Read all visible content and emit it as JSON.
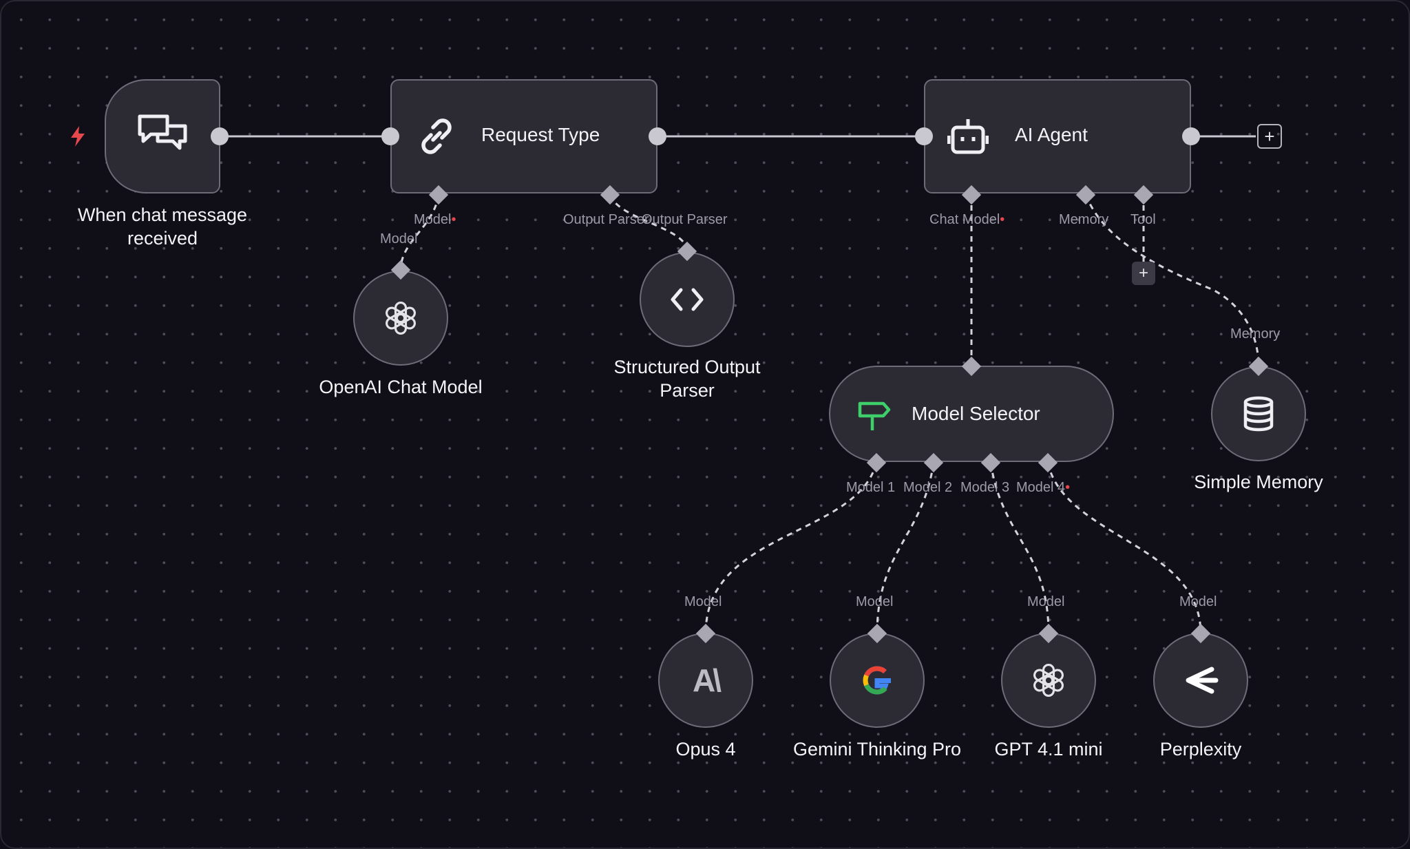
{
  "nodes": {
    "trigger": {
      "caption_line1": "When chat message",
      "caption_line2": "received",
      "icon": "chat-bubbles-icon"
    },
    "request_type": {
      "title": "Request Type",
      "icon": "link-icon",
      "ports": {
        "model": "Model",
        "output_parser": "Output Parser"
      }
    },
    "ai_agent": {
      "title": "AI Agent",
      "icon": "robot-icon",
      "ports": {
        "chat_model": "Chat Model",
        "memory": "Memory",
        "tool": "Tool"
      }
    },
    "openai_chat_model": {
      "caption": "OpenAI Chat Model",
      "port": "Model",
      "icon": "openai-icon"
    },
    "structured_output_parser": {
      "caption_line1": "Structured Output",
      "caption_line2": "Parser",
      "icon": "code-brackets-icon"
    },
    "model_selector": {
      "title": "Model Selector",
      "icon": "signpost-icon",
      "ports": [
        "Model 1",
        "Model 2",
        "Model 3",
        "Model 4"
      ]
    },
    "simple_memory": {
      "caption": "Simple Memory",
      "port": "Memory",
      "icon": "database-icon"
    },
    "models": [
      {
        "caption": "Opus 4",
        "port": "Model",
        "icon": "anthropic-icon",
        "glyph": "A\\"
      },
      {
        "caption": "Gemini Thinking Pro",
        "port": "Model",
        "icon": "google-icon",
        "glyph": "G"
      },
      {
        "caption": "GPT 4.1 mini",
        "port": "Model",
        "icon": "openai-icon"
      },
      {
        "caption": "Perplexity",
        "port": "Model",
        "icon": "perplexity-icon"
      }
    ]
  },
  "overlap_label": "Output Parser",
  "add_button_symbol": "+",
  "colors": {
    "background": "#100e17",
    "node": "#2c2a33",
    "border": "#6f6c78",
    "wire": "#c9c7cf",
    "trigger_accent": "#e5484d",
    "selector_accent": "#3ccf6a"
  }
}
